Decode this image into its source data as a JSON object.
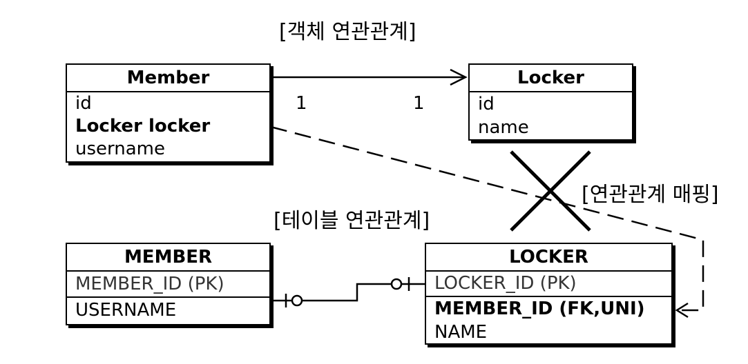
{
  "labels": {
    "object_relation": "[객체 연관관계]",
    "table_relation": "[테이블 연관관계]",
    "mapping": "[연관관계 매핑]"
  },
  "classes": {
    "member": {
      "name": "Member",
      "fields": [
        "id",
        "Locker locker",
        "username"
      ]
    },
    "locker": {
      "name": "Locker",
      "fields": [
        "id",
        "name"
      ]
    }
  },
  "multiplicity": {
    "member_side": "1",
    "locker_side": "1"
  },
  "tables": {
    "member": {
      "name": "MEMBER",
      "columns": [
        "MEMBER_ID (PK)",
        "USERNAME"
      ]
    },
    "locker": {
      "name": "LOCKER",
      "columns": [
        "LOCKER_ID (PK)",
        "MEMBER_ID (FK,UNI)",
        "NAME"
      ]
    }
  }
}
